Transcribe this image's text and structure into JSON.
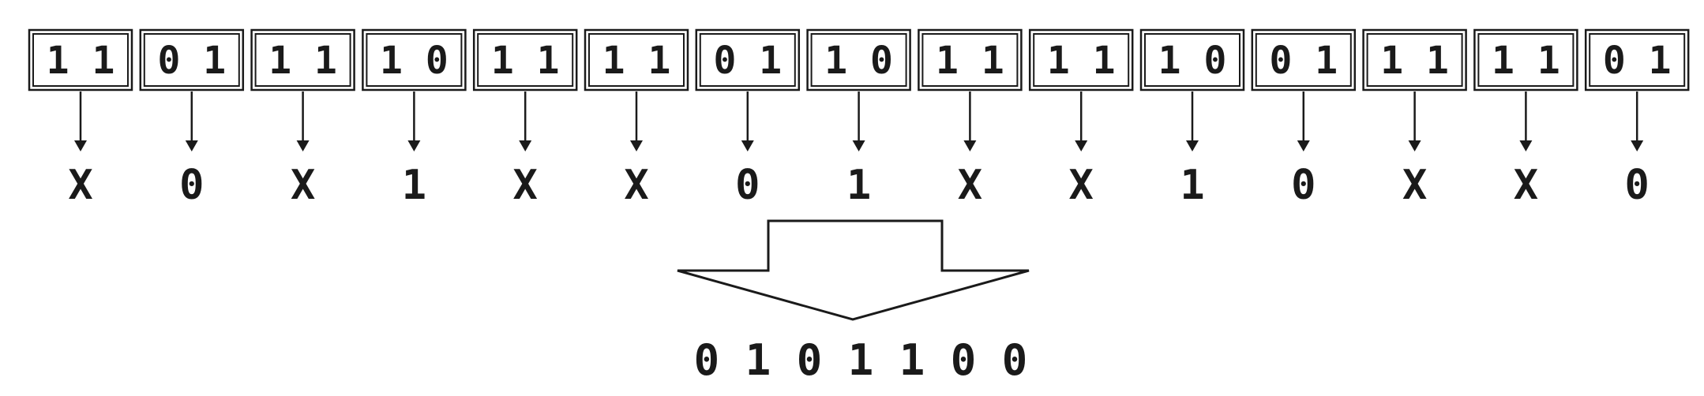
{
  "pairs": [
    {
      "bits": "1 1",
      "output": "X"
    },
    {
      "bits": "0 1",
      "output": "0"
    },
    {
      "bits": "1 1",
      "output": "X"
    },
    {
      "bits": "1 0",
      "output": "1"
    },
    {
      "bits": "1 1",
      "output": "X"
    },
    {
      "bits": "1 1",
      "output": "X"
    },
    {
      "bits": "0 1",
      "output": "0"
    },
    {
      "bits": "1 0",
      "output": "1"
    },
    {
      "bits": "1 1",
      "output": "X"
    },
    {
      "bits": "1 1",
      "output": "X"
    },
    {
      "bits": "1 0",
      "output": "1"
    },
    {
      "bits": "0 1",
      "output": "0"
    },
    {
      "bits": "1 1",
      "output": "X"
    },
    {
      "bits": "1 1",
      "output": "X"
    },
    {
      "bits": "0 1",
      "output": "0"
    }
  ],
  "result": "0 1 0 1 1 0 0",
  "colors": {
    "stroke": "#1a1a1a",
    "background": "#ffffff"
  }
}
